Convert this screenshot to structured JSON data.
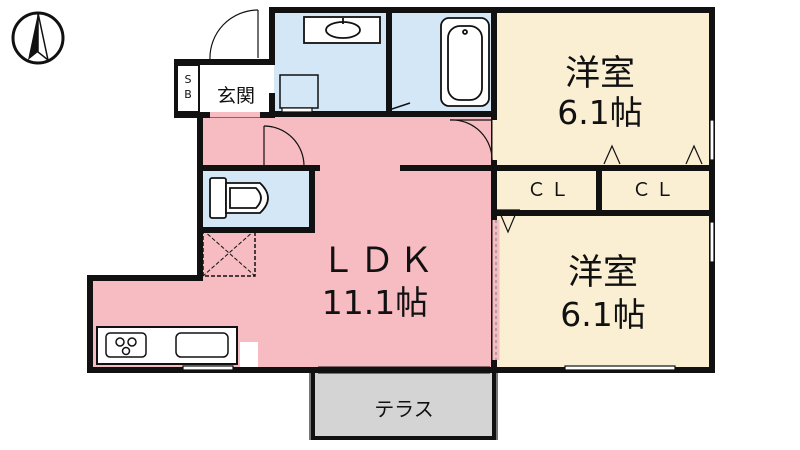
{
  "compass": {
    "icon": "north-arrow-icon"
  },
  "labels": {
    "sb_line1": "S",
    "sb_line2": "B",
    "genkan": "玄関",
    "ldk_title": "ＬＤＫ",
    "ldk_size": "11.1帖",
    "western_room_1_title": "洋室",
    "western_room_1_size": "6.1帖",
    "western_room_2_title": "洋室",
    "western_room_2_size": "6.1帖",
    "closet_1": "ＣＬ",
    "closet_2": "ＣＬ",
    "terrace": "テラス"
  },
  "colors": {
    "wall": "#111111",
    "ldk_fill": "#f7bcc2",
    "bedroom_fill": "#fbefd3",
    "wet_area_fill": "#d3e7f7",
    "terrace_fill": "#d4d4d4",
    "white": "#ffffff"
  }
}
